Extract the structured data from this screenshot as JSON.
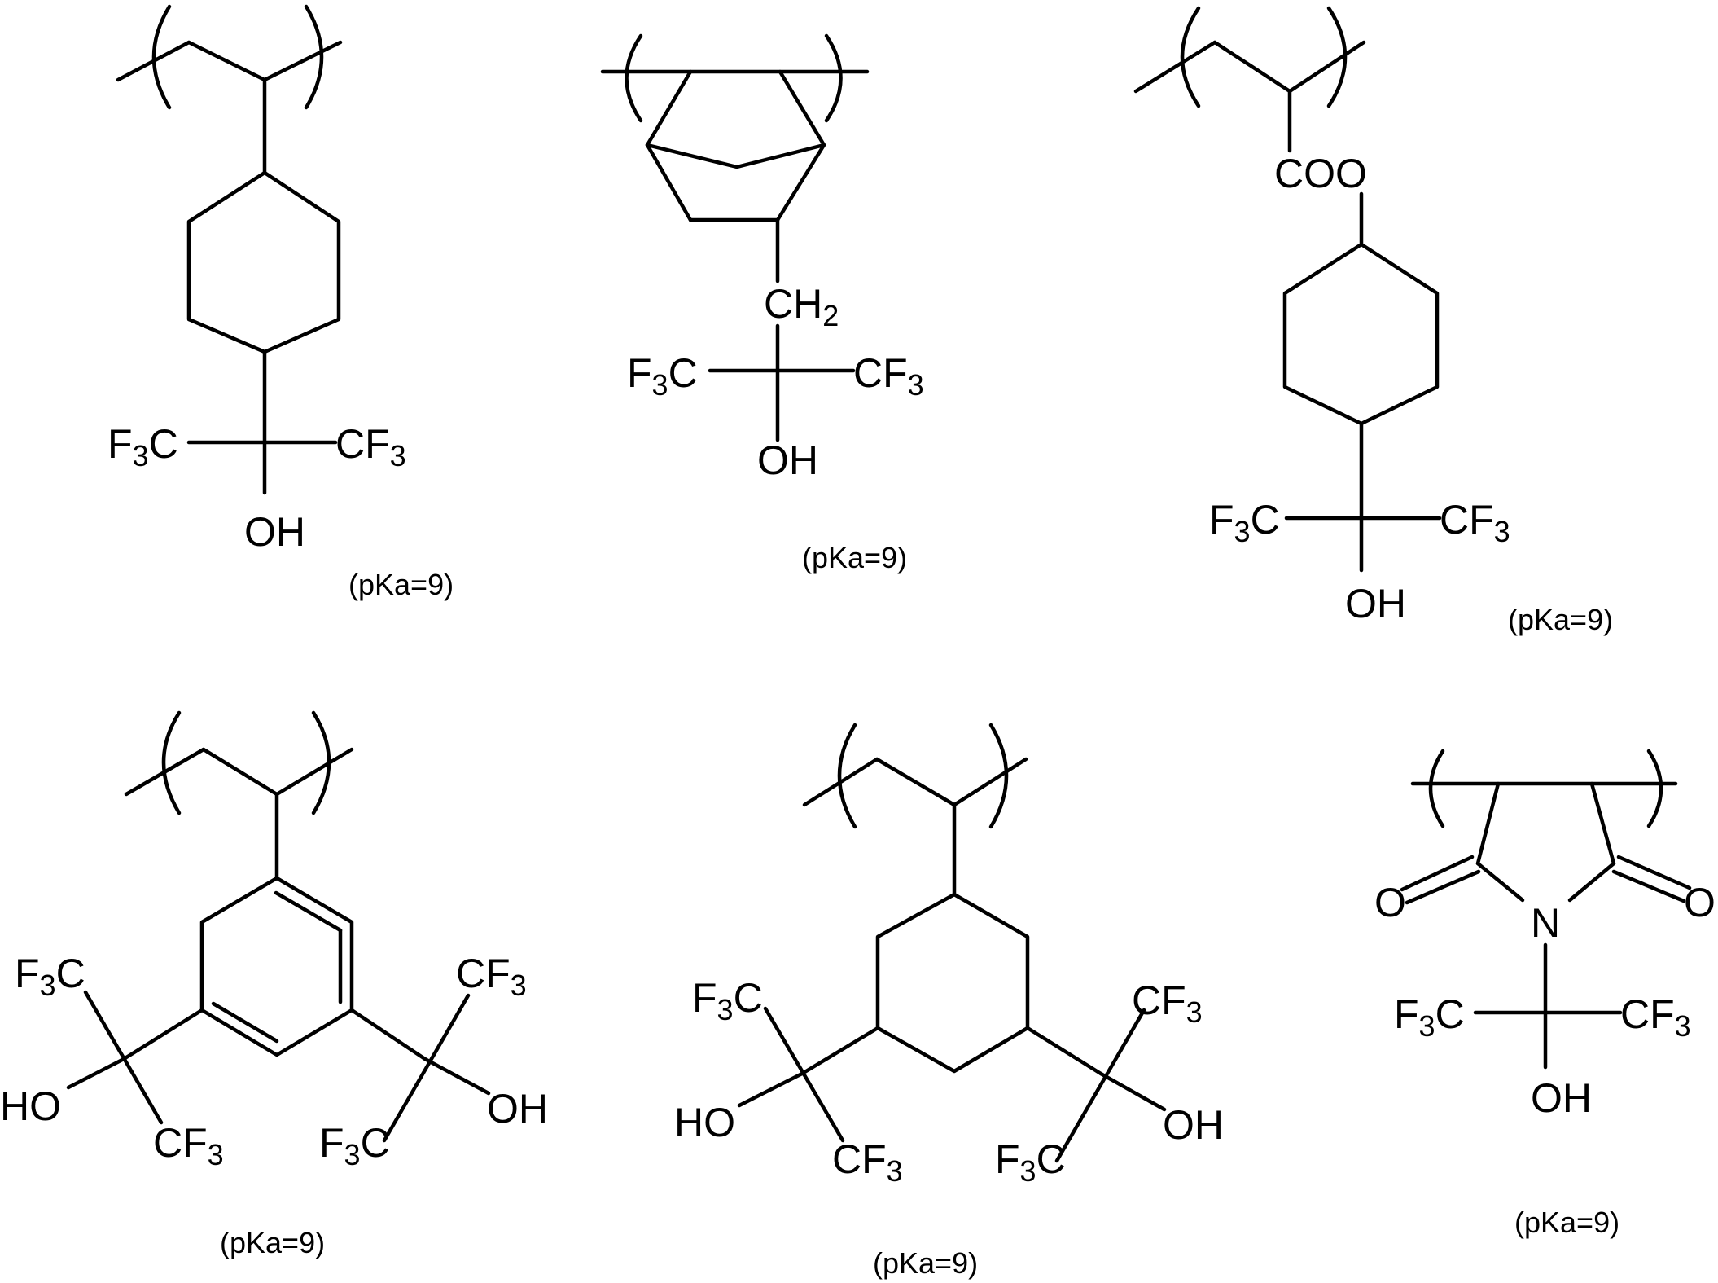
{
  "structures": [
    {
      "id": "s1",
      "caption": "(pKa=9)",
      "groups": {
        "left": "F",
        "left_sub": "3",
        "left_tail": "C",
        "right": "CF",
        "right_sub": "3",
        "hydroxyl": "OH"
      }
    },
    {
      "id": "s2",
      "caption": "(pKa=9)",
      "groups": {
        "ch2": "CH",
        "ch2_sub": "2",
        "left": "F",
        "left_sub": "3",
        "left_tail": "C",
        "right": "CF",
        "right_sub": "3",
        "hydroxyl": "OH"
      }
    },
    {
      "id": "s3",
      "caption": "(pKa=9)",
      "groups": {
        "ester": "COO",
        "left": "F",
        "left_sub": "3",
        "left_tail": "C",
        "right": "CF",
        "right_sub": "3",
        "hydroxyl": "OH"
      }
    },
    {
      "id": "s4",
      "caption": "(pKa=9)",
      "groups": {
        "tl": "F",
        "tl_sub": "3",
        "tl_tail": "C",
        "tr": "CF",
        "tr_sub": "3",
        "ho_left": "HO",
        "oh_right": "OH",
        "bl": "CF",
        "bl_sub": "3",
        "br": "F",
        "br_sub": "3",
        "br_tail": "C"
      }
    },
    {
      "id": "s5",
      "caption": "(pKa=9)",
      "groups": {
        "tl": "F",
        "tl_sub": "3",
        "tl_tail": "C",
        "tr": "CF",
        "tr_sub": "3",
        "ho_left": "HO",
        "oh_right": "OH",
        "bl": "CF",
        "bl_sub": "3",
        "br": "F",
        "br_sub": "3",
        "br_tail": "C"
      }
    },
    {
      "id": "s6",
      "caption": "(pKa=9)",
      "groups": {
        "o_left": "O",
        "o_right": "O",
        "n": "N",
        "left": "F",
        "left_sub": "3",
        "left_tail": "C",
        "right": "CF",
        "right_sub": "3",
        "hydroxyl": "OH"
      }
    }
  ]
}
